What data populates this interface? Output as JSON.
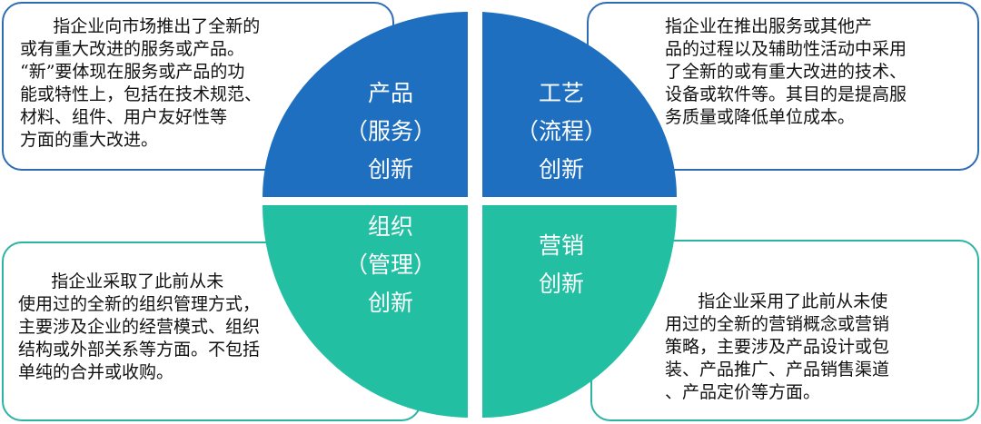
{
  "quadrants": {
    "product": {
      "label": "产品\n（服务）\n创新",
      "description": "      指企业向市场推出了全新的\n或有重大改进的服务或产品。\n“新”要体现在服务或产品的功\n能或特性上，包括在技术规范、\n材料、组件、用户友好性等\n方面的重大改进。"
    },
    "process": {
      "label": "工艺\n（流程）\n创新",
      "description": "指企业在推出服务或其他产\n品的过程以及辅助性活动中采用\n了全新的或有重大改进的技术、\n设备或软件等。其目的是提高服\n务质量或降低单位成本。"
    },
    "organization": {
      "label": "组织\n（管理）\n创新",
      "description": "      指企业采取了此前从未\n使用过的全新的组织管理方式，\n主要涉及企业的经营模式、组织\n结构或外部关系等方面。不包括\n单纯的合并或收购。"
    },
    "marketing": {
      "label": "营销\n创新",
      "description": "      指企业采用了此前从未使\n用过的全新的营销概念或营销\n策略，主要涉及产品设计或包\n装、产品推广、产品销售渠道\n、产品定价等方面。"
    }
  },
  "colors": {
    "blue": "#1e6fbf",
    "blue_border": "#2e6db3",
    "teal": "#22bfa2",
    "teal_border": "#2bb3a3"
  }
}
